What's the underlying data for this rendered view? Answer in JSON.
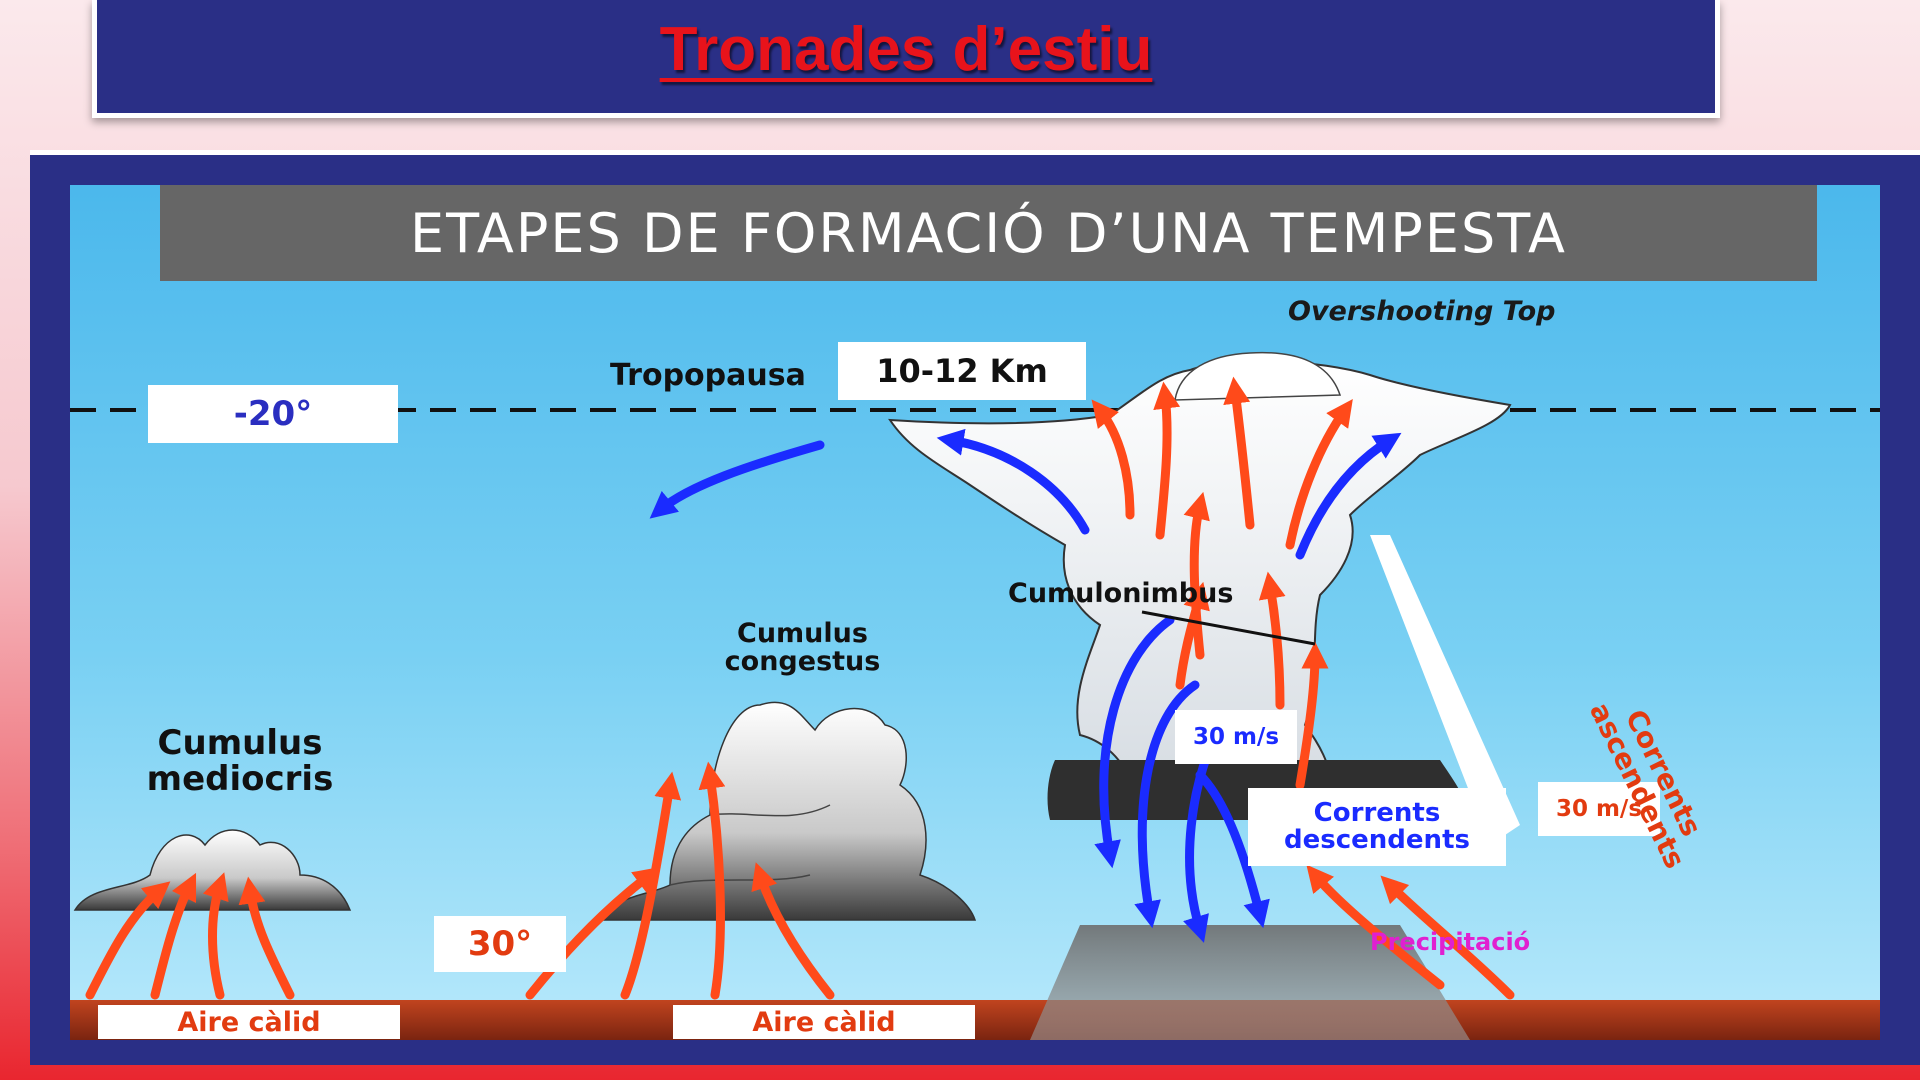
{
  "header": {
    "title": "Tronades d’estiu"
  },
  "diagram": {
    "heading": "ETAPES DE FORMACIÓ D’UNA TEMPESTA",
    "top_temperature": "-20°",
    "bottom_temperature": "30°",
    "tropopause_label": "Tropopausa",
    "tropopause_height": "10-12 Km",
    "overshooting_top": "Overshooting Top",
    "cloud_stages": [
      "Cumulus mediocris",
      "Cumulus congestus",
      "Cumulonimbus"
    ],
    "stage1_line1": "Cumulus",
    "stage1_line2": "mediocris",
    "stage2_line1": "Cumulus",
    "stage2_line2": "congestus",
    "stage3": "Cumulonimbus",
    "warm_air_left": "Aire càlid",
    "warm_air_mid": "Aire càlid",
    "downdraft_speed": "30 m/s",
    "updraft_speed": "30 m/s",
    "downdrafts_line1": "Corrents",
    "downdrafts_line2": "descendents",
    "updrafts": "Corrents ascendents",
    "precipitation": "Precipitació",
    "colors": {
      "warm_arrow": "#ff4a1a",
      "cold_arrow": "#1a2bff",
      "sky": "#5cc4f0",
      "frame": "#2a2f86",
      "title_red": "#e8131b"
    }
  }
}
